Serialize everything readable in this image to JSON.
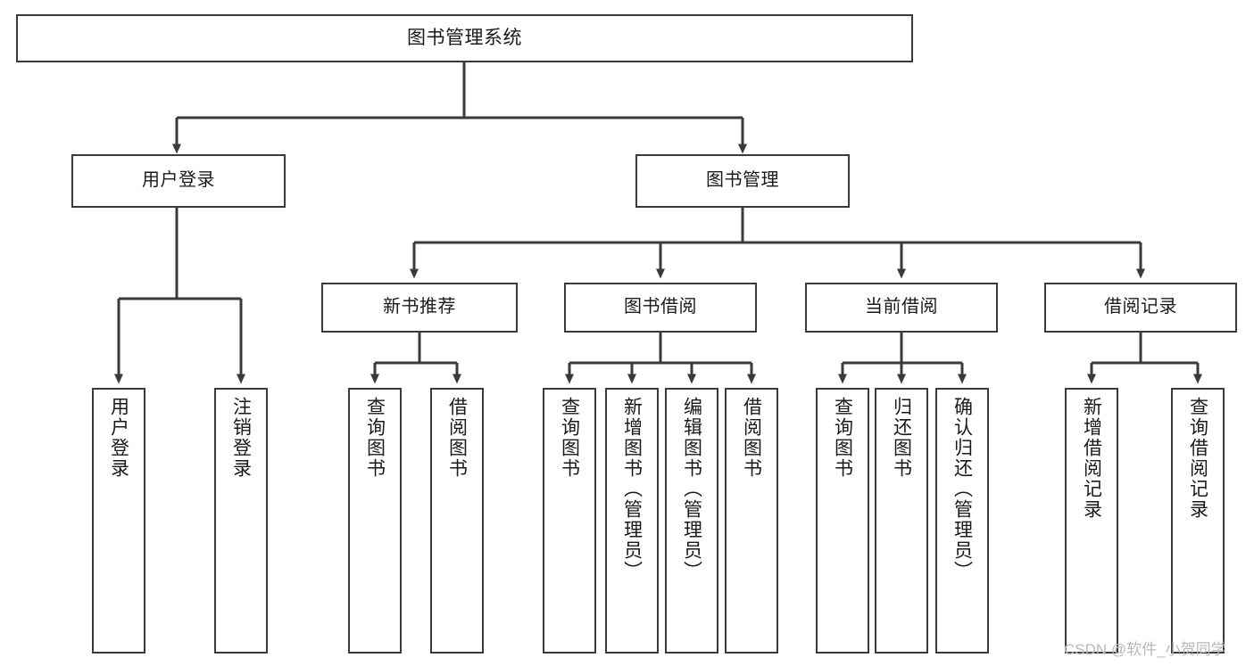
{
  "diagram": {
    "type": "tree-hierarchy-chart",
    "title": "图书管理系统",
    "orientation": "top-down",
    "colors": {
      "background": "#ffffff",
      "stroke": "#3a3a3a",
      "node_fill": "#ffffff",
      "text": "#1a1a1a",
      "watermark": "#b8b8b8"
    },
    "levels": 4
  },
  "root": {
    "label": "图书管理系统"
  },
  "level2": [
    {
      "label": "用户登录"
    },
    {
      "label": "图书管理"
    }
  ],
  "level3": [
    {
      "label": "新书推荐"
    },
    {
      "label": "图书借阅"
    },
    {
      "label": "当前借阅"
    },
    {
      "label": "借阅记录"
    }
  ],
  "leaves": {
    "user_login": [
      {
        "label": "用户登录"
      },
      {
        "label": "注销登录"
      }
    ],
    "new_book_recommend": [
      {
        "label": "查询图书"
      },
      {
        "label": "借阅图书"
      }
    ],
    "book_borrow": [
      {
        "label": "查询图书"
      },
      {
        "label": "新增图书（管理员）"
      },
      {
        "label": "编辑图书（管理员）"
      },
      {
        "label": "借阅图书"
      }
    ],
    "current_borrow": [
      {
        "label": "查询图书"
      },
      {
        "label": "归还图书"
      },
      {
        "label": "确认归还（管理员）"
      }
    ],
    "borrow_record": [
      {
        "label": "新增借阅记录"
      },
      {
        "label": "查询借阅记录"
      }
    ]
  },
  "watermark": {
    "text": "CSDN @软件_小贺同学"
  }
}
